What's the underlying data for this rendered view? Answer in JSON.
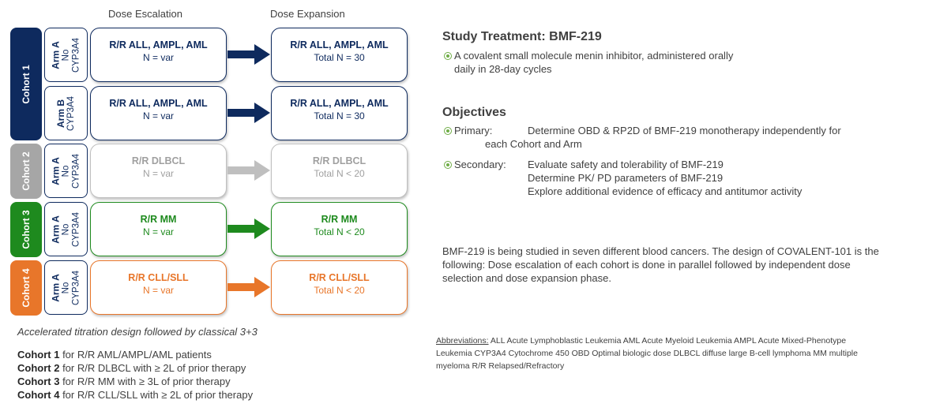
{
  "headers": {
    "escalation": "Dose Escalation",
    "expansion": "Dose Expansion"
  },
  "colors": {
    "navy": "#0e2a5e",
    "gray": "#a6a6a6",
    "green": "#1e8a1e",
    "orange": "#e8762a"
  },
  "cohorts": [
    {
      "label": "Cohort 1",
      "color": "#0e2a5e",
      "arms": [
        {
          "arm": "Arm A",
          "line1": "No",
          "line2": "CYP3A4",
          "esc_title": "R/R ALL, AMPL, AML",
          "esc_n": "N = var",
          "exp_title": "R/R ALL, AMPL, AML",
          "exp_n": "Total N = 30"
        },
        {
          "arm": "Arm B",
          "line1": "CYP3A4",
          "line2": "",
          "esc_title": "R/R ALL, AMPL, AML",
          "esc_n": "N = var",
          "exp_title": "R/R ALL, AMPL, AML",
          "exp_n": "Total N = 30"
        }
      ]
    },
    {
      "label": "Cohort 2",
      "color": "#a6a6a6",
      "arms": [
        {
          "arm": "Arm A",
          "line1": "No",
          "line2": "CYP3A4",
          "esc_title": "R/R DLBCL",
          "esc_n": "N = var",
          "exp_title": "R/R DLBCL",
          "exp_n": "Total N < 20"
        }
      ]
    },
    {
      "label": "Cohort 3",
      "color": "#1e8a1e",
      "arms": [
        {
          "arm": "Arm A",
          "line1": "No",
          "line2": "CYP3A4",
          "esc_title": "R/R MM",
          "esc_n": "N = var",
          "exp_title": "R/R MM",
          "exp_n": "Total N < 20"
        }
      ]
    },
    {
      "label": "Cohort 4",
      "color": "#e8762a",
      "arms": [
        {
          "arm": "Arm A",
          "line1": "No",
          "line2": "CYP3A4",
          "esc_title": "R/R CLL/SLL",
          "esc_n": "N = var",
          "exp_title": "R/R CLL/SLL",
          "exp_n": "Total N < 20"
        }
      ]
    }
  ],
  "design_note": "Accelerated titration design followed by classical 3+3",
  "cohort_lines": [
    {
      "name": "Cohort 1",
      "text": " for R/R AML/AMPL/AML  patients"
    },
    {
      "name": "Cohort 2",
      "text": " for R/R DLBCL with ≥ 2L of prior therapy"
    },
    {
      "name": "Cohort 3",
      "text": " for R/R MM  with ≥ 3L of prior therapy"
    },
    {
      "name": "Cohort 4",
      "text": " for R/R CLL/SLL with ≥ 2L of prior  therapy"
    }
  ],
  "study": {
    "heading": "Study Treatment:  BMF-219",
    "desc_line1": "A covalent small molecule menin inhibitor, administered orally",
    "desc_line2": "daily in 28-day cycles"
  },
  "objectives": {
    "heading": "Objectives",
    "primary_label": "Primary:",
    "primary_line1": "Determine  OBD & RP2D of BMF-219 monotherapy  independently  for",
    "primary_line2": "each Cohort  and Arm",
    "secondary_label": "Secondary:",
    "secondary_lines": [
      "Evaluate safety and tolerability of BMF-219",
      "Determine PK/ PD parameters of BMF-219",
      "Explore additional evidence of efficacy and antitumor  activity"
    ]
  },
  "summary_lines": [
    "BMF-219 is being studied in seven different blood cancers.  The design of COVALENT-101 is the",
    "following:  Dose escalation of each cohort is done in parallel followed by independent  dose",
    "selection and dose expansion phase."
  ],
  "abbreviations": {
    "label": "Abbreviations:",
    "line1": " ALL  Acute  Lymphoblastic Leukemia  AML  Acute  Myeloid Leukemia  AMPL  Acute  Mixed-Phenotype",
    "line2": "Leukemia  CYP3A4  Cytochrome  450   OBD  Optimal biologic dose DLBCL  diffuse large B-cell lymphoma MM  multiple",
    "line3": "myeloma R/R  Relapsed/Refractory"
  }
}
